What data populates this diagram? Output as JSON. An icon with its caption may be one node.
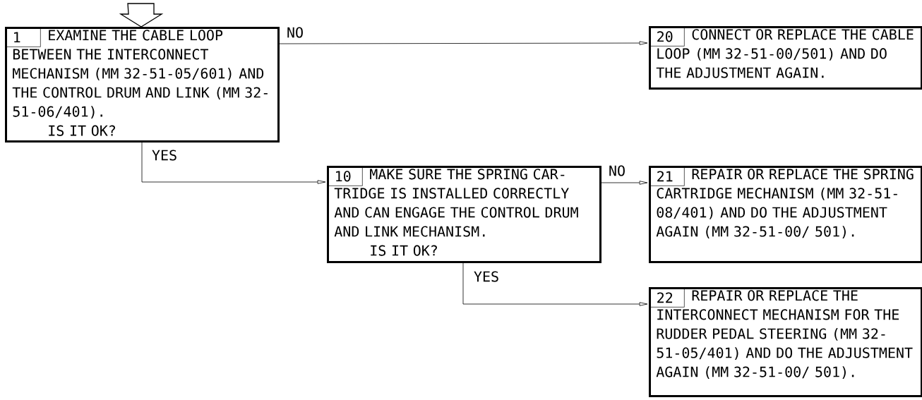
{
  "diagram": {
    "nodes": [
      {
        "text": [
          "1",
          "EXAMINE THE CABLE LOOP BETWEEN THE INTERCONNECT MECHANISM (MM 32-51-05/601) AND THE CONTROL DRUM AND LINK (MM 32-51-06/401).",
          "IS IT OK?"
        ]
      },
      {
        "text": [
          "20",
          "CONNECT OR REPLACE THE CABLE LOOP (MM 32-51-00/501) AND DO THE ADJUSTMENT AGAIN."
        ]
      },
      {
        "text": [
          "10",
          "MAKE SURE THE SPRING CAR- TRIDGE IS INSTALLED CORRECTLY AND CAN ENGAGE THE CONTROL DRUM AND LINK MECHANISM.",
          "IS IT OK?"
        ]
      },
      {
        "text": [
          "21",
          "REPAIR OR REPLACE THE SPRING CARTRIDGE MECHANISM (MM 32-51-08/401) AND DO THE ADJUSTMENT AGAIN (MM 32-51-00/ 501)."
        ]
      },
      {
        "text": [
          "22",
          "REPAIR OR REPLACE THE INTERCONNECT MECHANISM FOR THE RUDDER PEDAL STEERING (MM 32-51-05/401) AND DO THE ADJUSTMENT AGAIN (MM 32-51-00/ 501)."
        ]
      }
    ],
    "edges": [
      {
        "from": null,
        "to": 0,
        "arrow": "to",
        "style": "thick"
      },
      {
        "from": 0,
        "to": 1,
        "arrow": "to",
        "label": "NO"
      },
      {
        "from": 0,
        "to": 2,
        "arrow": "to",
        "label": "YES"
      },
      {
        "from": 2,
        "to": 3,
        "arrow": "to",
        "label": "NO"
      },
      {
        "from": 2,
        "to": 4,
        "arrow": "to",
        "label": "YES"
      }
    ]
  }
}
